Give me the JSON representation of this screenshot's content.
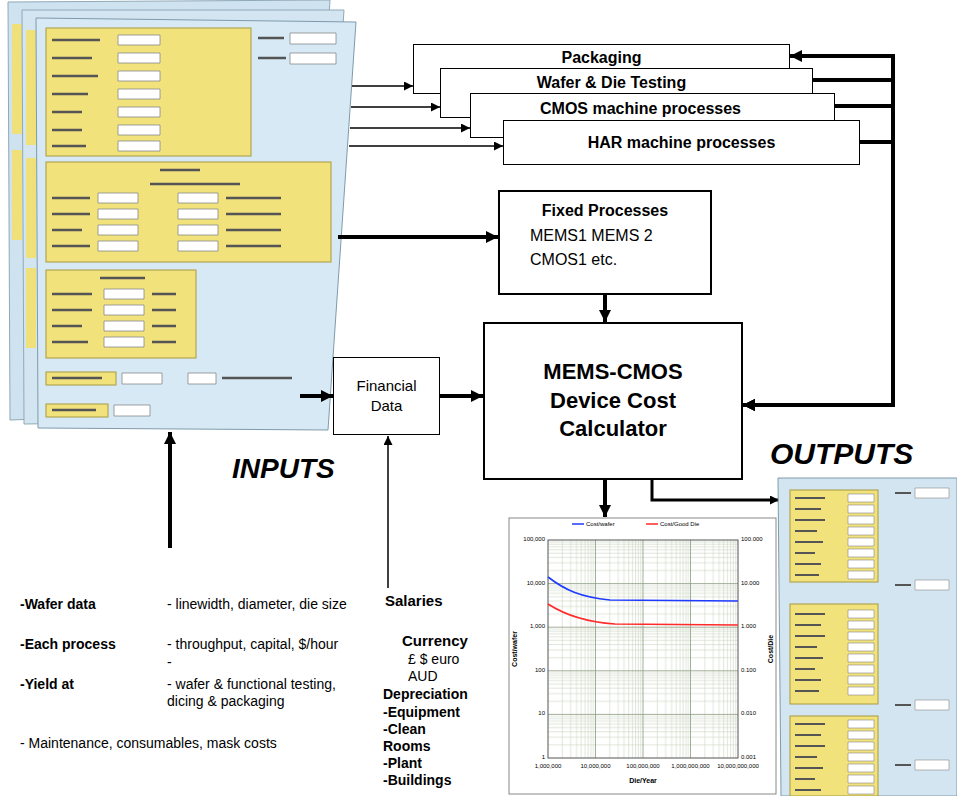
{
  "diagram": {
    "nodes": [
      {
        "text": [
          "Packaging"
        ]
      },
      {
        "text": [
          "Wafer & Die Testing"
        ]
      },
      {
        "text": [
          "CMOS machine processes"
        ]
      },
      {
        "text": [
          "HAR machine processes"
        ]
      },
      {
        "text": [
          "Fixed Processes",
          "MEMS1 MEMS 2 CMOS1 etc."
        ]
      },
      {
        "text": [
          "Financial Data"
        ]
      },
      {
        "text": [
          "MEMS-CMOS Device Cost Calculator"
        ]
      }
    ],
    "edges": [
      {
        "from": 4,
        "to": 6,
        "arrow": "to"
      },
      {
        "from": 5,
        "to": 6,
        "arrow": "to"
      },
      {
        "from": 0,
        "to": 6,
        "arrow": "both"
      },
      {
        "from": 1,
        "to": 6,
        "arrow": "to"
      },
      {
        "from": 2,
        "to": 6,
        "arrow": "to"
      },
      {
        "from": 3,
        "to": 6,
        "arrow": "to"
      }
    ],
    "labels": [
      "INPUTS",
      "OUTPUTS",
      "-Wafer data",
      "- linewidth, diameter, die size",
      "-Each process",
      "- throughput, capital, $/hour",
      "-",
      "-Yield at",
      "- wafer & functional testing, dicing & packaging",
      "- Maintenance, consumables, mask costs",
      "Salaries",
      "Currency",
      "£ $ euro AUD",
      "Depreciation",
      "-Equipment",
      "-Clean Rooms",
      "-Plant",
      "-Buildings",
      "Cost/wafer",
      "Cost/Die",
      "Die/Year",
      "100,000",
      "10,000",
      "1,000",
      "100",
      "10",
      "1",
      "100.000",
      "10.000",
      "1.000",
      "0.100",
      "0.010",
      "0.001",
      "1,000,000",
      "10,000,000",
      "100,000,000",
      "1,000,000,000",
      "10,000,000,000"
    ],
    "legend": [
      {
        "text": "Cost/wafer"
      },
      {
        "text": "Cost/Good Die"
      }
    ]
  }
}
